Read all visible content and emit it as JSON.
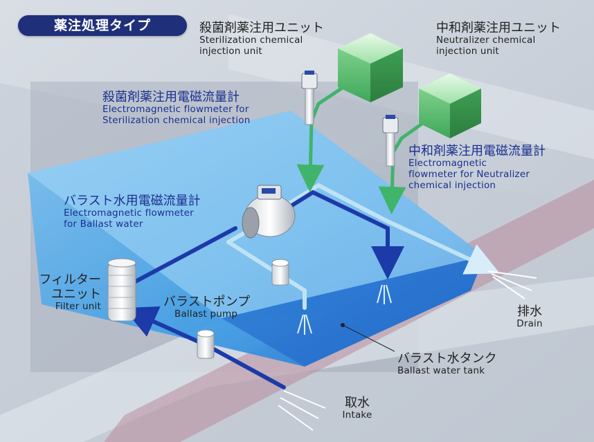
{
  "badge": "薬注処理タイプ",
  "sterilization_unit": {
    "jp": "殺菌剤薬注用ユニット",
    "en1": "Sterilization chemical",
    "en2": "injection unit"
  },
  "neutralizer_unit": {
    "jp": "中和剤薬注用ユニット",
    "en1": "Neutralizer chemical",
    "en2": "injection unit"
  },
  "sterilization_flowmeter": {
    "jp": "殺菌剤薬注用電磁流量計",
    "en1": "Electromagnetic flowmeter for",
    "en2": "Sterilization chemical injection"
  },
  "neutralizer_flowmeter": {
    "jp": "中和剤薬注用電磁流量計",
    "en1": "Electromagnetic",
    "en2": "flowmeter for Neutralizer",
    "en3": "chemical injection"
  },
  "ballast_flowmeter": {
    "jp": "バラスト水用電磁流量計",
    "en1": "Electromagnetic flowmeter",
    "en2": "for Ballast water"
  },
  "filter_unit": {
    "jp1": "フィルター",
    "jp2": "ユニット",
    "en": "Filter unit"
  },
  "ballast_pump": {
    "jp": "バラストポンプ",
    "en": "Ballast pump"
  },
  "drain": {
    "jp": "排水",
    "en": "Drain"
  },
  "ballast_tank": {
    "jp": "バラスト水タンク",
    "en": "Ballast water tank"
  },
  "intake": {
    "jp": "取水",
    "en": "Intake"
  },
  "colors": {
    "badge": "#1f2f7a",
    "pipe_main": "#1c3aa8",
    "pipe_light": "#bfe3f5",
    "pipe_green": "#3fb46a",
    "tank": "#3d9de6",
    "hull_stripe": "#b98c9c"
  }
}
